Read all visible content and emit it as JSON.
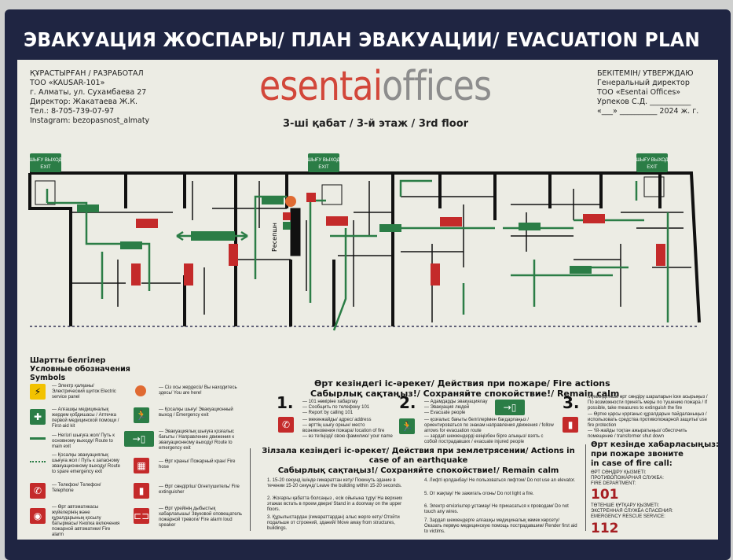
{
  "header": {
    "title": "ЭВАКУАЦИЯ ЖОСПАРЫ/ ПЛАН ЭВАКУАЦИИ/ EVACUATION PLAN"
  },
  "developer": {
    "lines": [
      "ҚҰРАСТЫРҒАН / РАЗРАБОТАЛ",
      "ТОО «KAUSAR-101»",
      "г. Алматы, ул. Сухамбаева 27",
      "Директор: Жакатаева Ж.К.",
      "Тел.: 8-705-739-07-97",
      "Instagram: bezopasnost_almaty"
    ]
  },
  "approval": {
    "lines": [
      "БЕКІТЕМІН/ УТВЕРЖДАЮ",
      "Генеральный директор",
      "ТОО «Esentai Offices»",
      "Урпеков С.Д. ___________",
      "«___» __________ 2024 ж. г."
    ]
  },
  "logo": {
    "part1": "esentai",
    "part2": "offices",
    "color1": "#d2473a",
    "color2": "#8d8d8d"
  },
  "floor_label": "3-ші қабат / 3-й этаж / 3rd floor",
  "plan": {
    "exit_sign": "ШЫҒУ ВЫХОД EXIT",
    "reception": "Ресепшн",
    "route_color": "#2b7d46",
    "wall_color": "#111111"
  },
  "legend": {
    "title": [
      "Шартты белгілер",
      "Условные обозначения",
      "Symbols"
    ],
    "items": [
      {
        "icon": "electric-panel-icon",
        "text": "— Электр қалқаны/ Электрический щиток Electric service panel"
      },
      {
        "icon": "first-aid-icon",
        "text": "— Алғашқы медициналық жәрдем қобдишасы / Аптечка первой медицинской помощи / First-aid kit"
      },
      {
        "icon": "main-route-line",
        "text": "— Негізгі шығуға жол/ Путь к основному выходу/ Route to main exit"
      },
      {
        "icon": "spare-route-line",
        "text": "— Қосалқы эвакуациялық шығуға жол / Путь к запасному эвакуационному выходу/ Route to spare emergency exit"
      },
      {
        "icon": "telephone-icon",
        "text": "— Телефон/ Телефон/ Telephone"
      },
      {
        "icon": "fire-alarm-icon",
        "text": "— Өрт автоматикасы жүйелерінің және құралдарының қосылу батырмасы/ Кнопка включения пожарной автоматики/ Fire alarm"
      },
      {
        "icon": "you-are-here-icon",
        "text": "— Сіз осы жердесіз/ Вы находитесь здесь/ You are here!"
      },
      {
        "icon": "emergency-exit-icon",
        "text": "— Қосалқы шығу/ Эвакуационный выход / Emergency exit"
      },
      {
        "icon": "direction-sign-icon",
        "text": "— Эвакуациялық шығуға қозғалыс бағыты / Направление движения к эвакуационному выходу/ Route to emergency exit"
      },
      {
        "icon": "fire-hose-icon",
        "text": "— Өрт краны/ Пожарный кран/ Fire hose"
      },
      {
        "icon": "fire-extinguisher-icon",
        "text": "— Өрт сөндіргіш/ Огнетушитель/ Fire extinguisher"
      },
      {
        "icon": "loudspeaker-icon",
        "text": "— Өрт үрейінің дыбыстық хабарлағышы/ Звуковой оповещатель пожарной тревоги/ Fire alarm loud speaker"
      }
    ]
  },
  "fire_actions": {
    "title": "Өрт кезіндегі іс-әрекет/ Действия при пожаре/ Fire actions",
    "subtitle": "Сабырлық сақтаңыз!/ Сохраняйте спокойствие!/ Remain calm",
    "steps": [
      {
        "num": "1.",
        "a": "— 101 нөміріне хабарлау\n— Сообщить по телефону 101\n— Report by calling 101",
        "b": "— мекенжайды/ адрес/ address\n— өрттің шығу орнын/ место возникновения пожара/ location of fire\n— өз тегіңізді/ свою фамилию/ your name"
      },
      {
        "num": "2.",
        "a": "— Адамдарды эвакуациялау\n— Эвакуация людей\n— Evacuate people",
        "b": "— қозғалыс бағыты белгілерімен бағдарлаңыз / ориентироваться по знакам направления движения / follow arrows for evacuation route\n— зардап шеккендерді өзіңізбен бірге алыңыз/ взять с собой пострадавших / evacuate injured people"
      },
      {
        "num": "3.",
        "a": "Мүмкіндігінше өрт сөндіру шараларын іске асырыңыз / По возможности принять меры по тушению пожара / If possible, take measures to extinguish the fire",
        "b": "— Өртке қарсы қорғаныс құралдарын пайдаланыңыз / использовать средства противопожарной защиты/ use fire protection\n— Үй-жайды тоқтан ажыратыңыз/ обесточить помещение / transformer shut down"
      }
    ]
  },
  "earthquake": {
    "title": "Зілзала кезіндегі іс-әрекет/ Действия при землетрясении/ Actions in case of an earthquake",
    "subtitle": "Сабырлық сақтаңыз!/ Сохраняйте спокойствие!/ Remain calm",
    "items": [
      "1. 15-20 секунд ішінде ғимараттан кету/ Покинуть здание в течении 15-20 секунд/ Leave the building within 15-20 seconds.",
      "2. Жоғарғы қабатта болсаңыз , есік ойығына тұру/ На верхних этажах встать в проем двери/ Stand in a doorway on the upper floors.",
      "3. Құрылыстардан (ғимараттардан) алыс жерге кету/ Отойти подальше от строений, зданий/ Move away from structures, buildings.",
      "4. Лифті қолданбау/ Не пользоваться лифтом/ Do not use an elevator.",
      "5. От жақпау/ Не зажигать огонь/ Do not light a fire.",
      "6. Электр өткізгіштер ұстамау/ Не прикасаться к проводам/ Do not touch any wires.",
      "7. Зардап шеккендерге алғашқы медициналық көмек көрсету/ Оказать первую медицинскую помощь пострадавшим/ Render first aid to victims."
    ]
  },
  "call": {
    "title": [
      "Өрт кезінде хабарласыңыз:",
      "при пожаре звоните",
      "in case of fire call:"
    ],
    "fire_label": "ӨРТ СӨНДІРУ ҚЫЗМЕТІ:\nПРОТИВОПОЖАРНАЯ СЛУЖБА:\nFIRE DEPARTMENT:",
    "fire_number": "101",
    "rescue_label": "ТӨТЕНШЕ ҚҰТҚАРУ ҚЫЗМЕТІ:\nЭКСТРЕННАЯ СЛУЖБА СПАСЕНИЯ:\nEMERGENCY RESCUE SERVICE:",
    "rescue_number": "112"
  }
}
